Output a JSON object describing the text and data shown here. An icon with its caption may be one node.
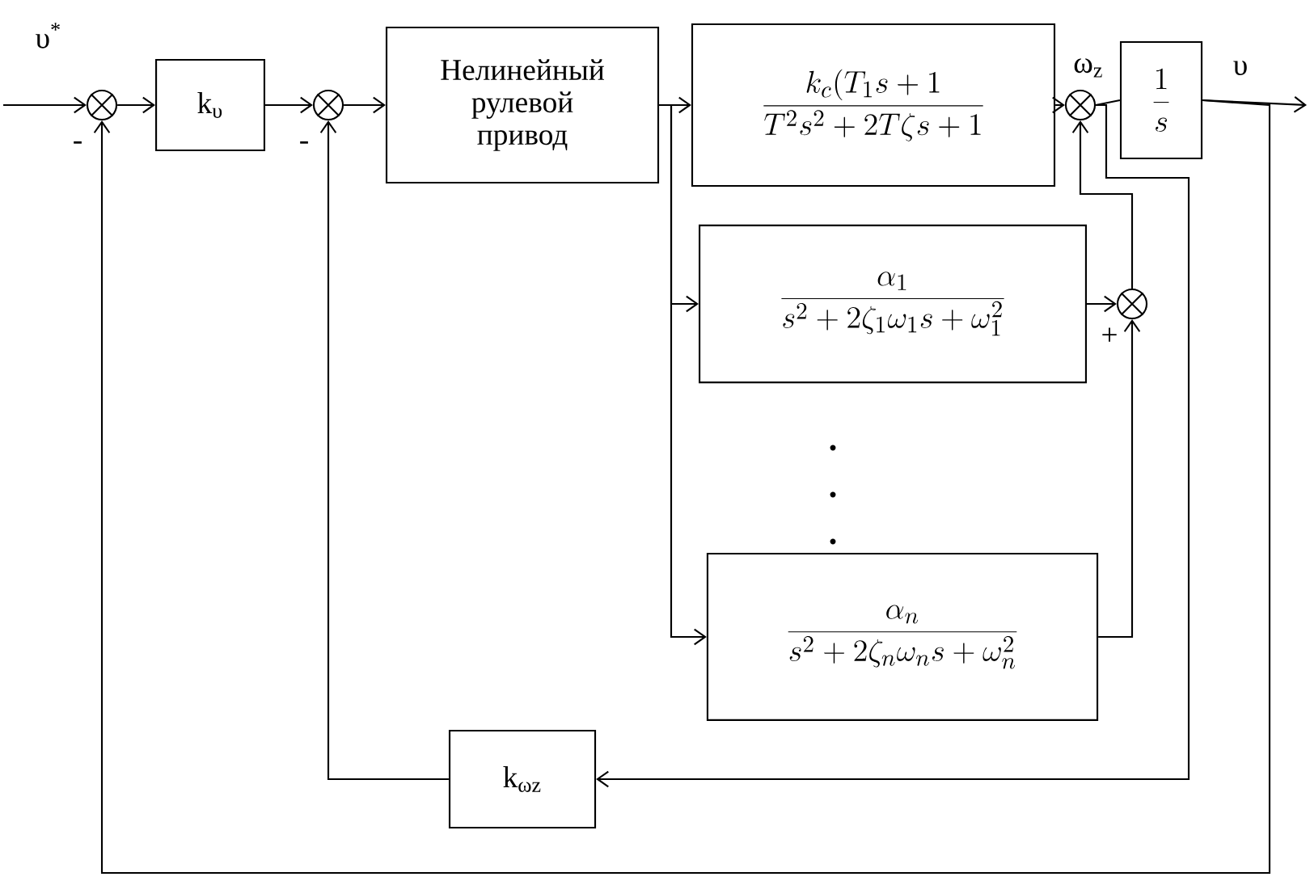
{
  "diagram": {
    "nodes": [
      {
        "text": [],
        "shape": "circle"
      },
      {
        "text": [
          "k$_{υ}$"
        ]
      },
      {
        "text": [],
        "shape": "circle"
      },
      {
        "text": [
          "Нелинейный рулевой привод"
        ]
      },
      {
        "text": [
          "\\frac{k_c(T_1s+1}{T^2s^2+2T\\zeta s+1}"
        ]
      },
      {
        "text": [],
        "shape": "circle"
      },
      {
        "text": [
          "\\frac{1}{s}"
        ]
      },
      {
        "text": [
          "\\frac{\\alpha_1}{s^2+2\\zeta_1\\omega_1 s+\\omega_1^2}"
        ]
      },
      {
        "text": [],
        "shape": "circle"
      },
      {
        "text": [
          "\\frac{\\alpha_n}{s^2+2\\zeta_n\\omega_n s+\\omega_n^2}"
        ]
      },
      {
        "text": [
          "k$_{ωz}$"
        ]
      }
    ],
    "edges": [
      {
        "from": null,
        "to": 0,
        "arrow": "to"
      },
      {
        "from": 0,
        "to": 1,
        "arrow": "to"
      },
      {
        "from": 1,
        "to": 2,
        "arrow": "to"
      },
      {
        "from": 2,
        "to": 3,
        "arrow": "to"
      },
      {
        "from": 3,
        "to": 4,
        "arrow": "to"
      },
      {
        "from": 3,
        "to": 7,
        "arrow": "to"
      },
      {
        "from": 3,
        "to": 9,
        "arrow": "to"
      },
      {
        "from": 4,
        "to": 5,
        "arrow": "to"
      },
      {
        "from": 5,
        "to": 6,
        "arrow": "none"
      },
      {
        "from": 6,
        "to": null,
        "arrow": "to"
      },
      {
        "from": 7,
        "to": 8,
        "arrow": "to"
      },
      {
        "from": 9,
        "to": 8,
        "arrow": "to"
      },
      {
        "from": 8,
        "to": 5,
        "arrow": "to"
      },
      {
        "from": 5,
        "to": 10,
        "arrow": "to"
      },
      {
        "from": 10,
        "to": 2,
        "arrow": "to"
      },
      {
        "from": 6,
        "to": 0,
        "arrow": "to"
      }
    ],
    "labels": [
      "υ$^{*}$",
      "-",
      "-",
      "ω$_{z}$",
      "υ",
      "+"
    ]
  }
}
